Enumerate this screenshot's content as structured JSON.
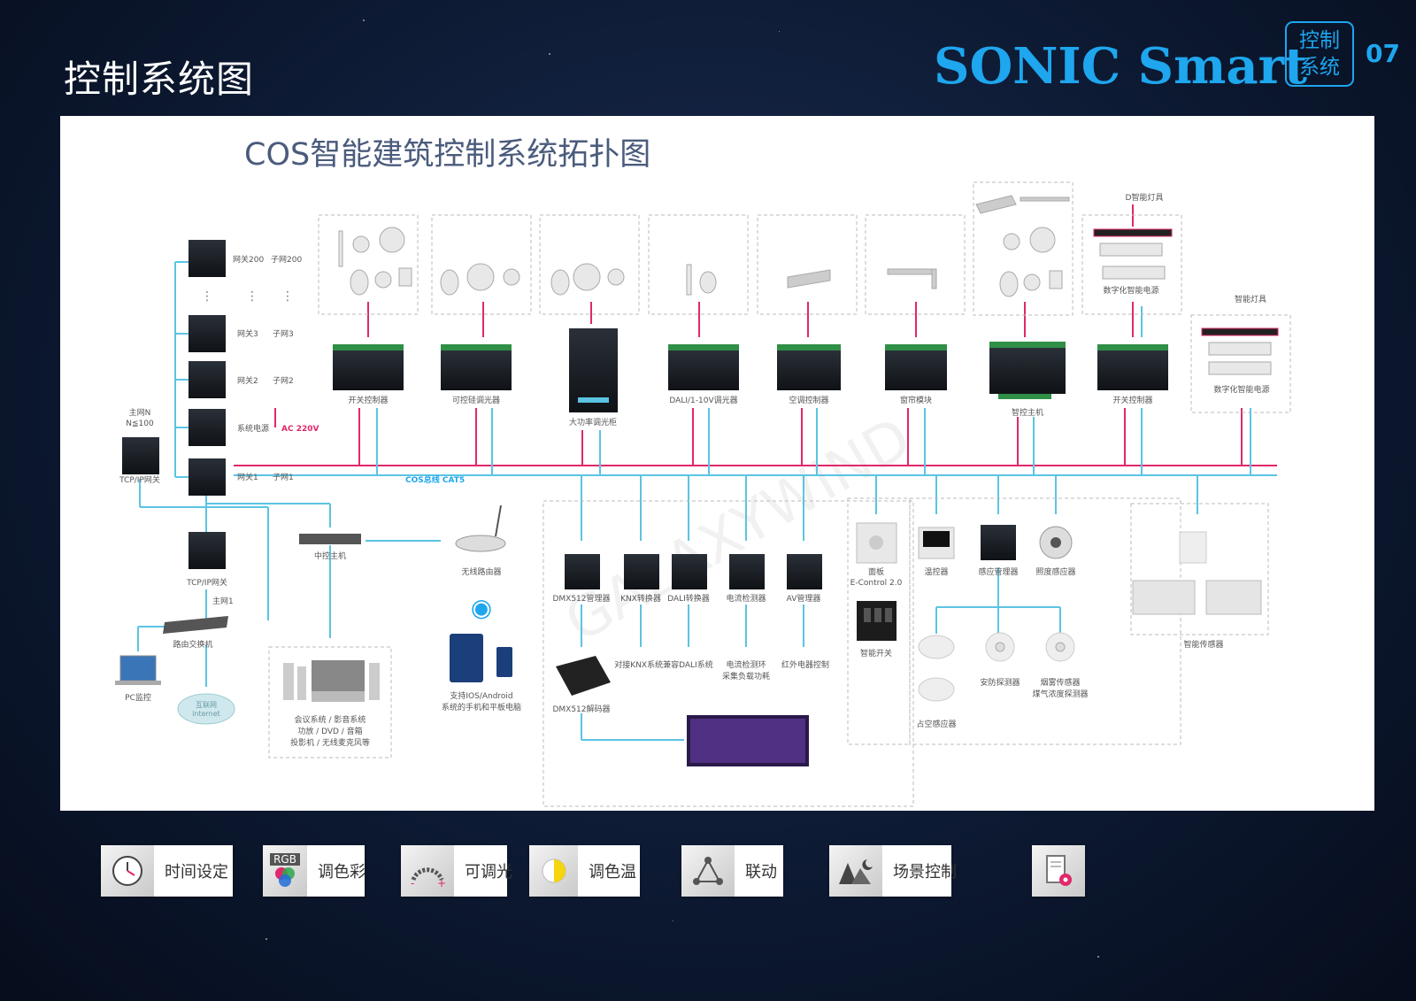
{
  "header": {
    "title": "控制系统图",
    "brand": "SONIC Smart",
    "section_badge": [
      "控制",
      "系统"
    ],
    "page_number": "07"
  },
  "diagram": {
    "title": "COS智能建筑控制系统拓扑图",
    "watermark": "GALAXYWIND",
    "gateway_column": [
      {
        "labels": [
          "网关200",
          "子网200"
        ]
      },
      {
        "labels": [
          "网关3",
          "子网3"
        ]
      },
      {
        "labels": [
          "网关2",
          "子网2"
        ]
      },
      {
        "labels": [
          "系统电源",
          "AC 220V"
        ]
      },
      {
        "labels": [
          "网关1",
          "子网1"
        ]
      }
    ],
    "main_gateway": {
      "labels": [
        "主网N",
        "N≦100",
        "TCP/IP网关"
      ]
    },
    "bus_label": "COS总线   CAT5",
    "top_modules": [
      "开关控制器",
      "可控硅调光器",
      "大功率调光柜",
      "DALI/1-10V调光器",
      "空调控制器",
      "窗帘模块",
      "智控主机",
      "开关控制器"
    ],
    "top_right_labels": [
      "D智能灯具",
      "数字化智能电源",
      "智能灯具",
      "数字化智能电源"
    ],
    "left_bottom": {
      "gateway": "TCP/IP网关",
      "subnet": "主网1",
      "switch": "路由交换机",
      "pc": "PC监控",
      "internet": [
        "互联网",
        "internet"
      ],
      "central_host": "中控主机",
      "router": "无线路由器",
      "mobile": [
        "支持IOS/Android",
        "系统的手机和平板电脑"
      ],
      "av": [
        "会议系统 / 影音系统",
        "功放 / DVD / 音箱",
        "投影机 / 无线麦克风等"
      ]
    },
    "bottom_modules": [
      "DMX512管理器",
      "KNX转换器",
      "DALI转换器",
      "电流检测器",
      "AV管理器"
    ],
    "bottom_notes": [
      "对接KNX系统兼容DALI系统",
      "电流检测环",
      "采集负载功耗",
      "红外电器控制"
    ],
    "dmx_decoder": "DMX512解码器",
    "panel_labels": [
      "面板",
      "E-Control 2.0",
      "智能开关"
    ],
    "sensor_labels": [
      "温控器",
      "感应管理器",
      "照度感应器",
      "安防探测器",
      "烟雾传感器",
      "煤气浓度探测器",
      "占空感应器"
    ],
    "smart_sensor": "智能传感器"
  },
  "legend": [
    {
      "label": "时间设定",
      "icon": "clock-icon"
    },
    {
      "label": "调色彩",
      "icon": "rgb-icon",
      "icon_text": "RGB"
    },
    {
      "label": "可调光",
      "icon": "dimmer-icon"
    },
    {
      "label": "调色温",
      "icon": "color-temperature-icon"
    },
    {
      "label": "联动",
      "icon": "linkage-icon"
    },
    {
      "label": "场景控制",
      "icon": "scene-icon"
    },
    {
      "label": "",
      "icon": "settings-document-icon"
    }
  ],
  "colors": {
    "accent": "#1ea6ee",
    "bus_cyan": "#5bc4e3",
    "power_pink": "#e0286a"
  }
}
